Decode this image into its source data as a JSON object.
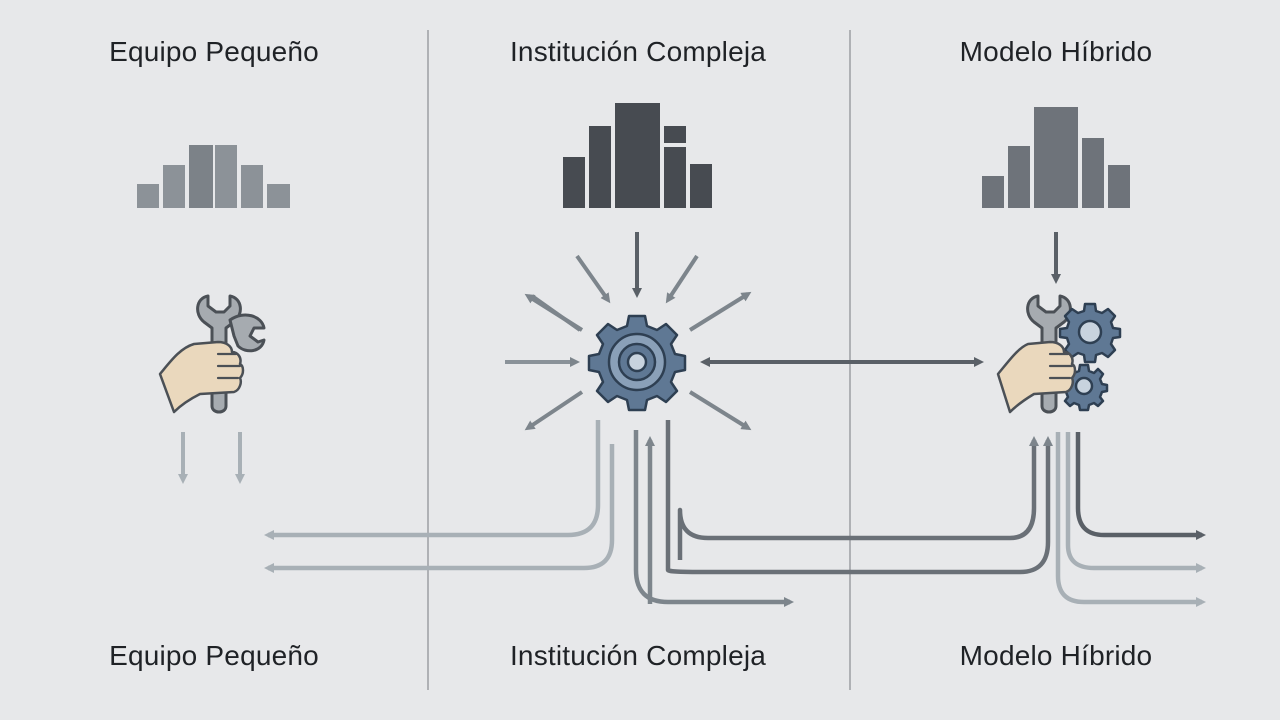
{
  "columns": [
    {
      "title_top": "Equipo Pequeño",
      "title_bottom": "Equipo Pequeño"
    },
    {
      "title_top": "Institución Compleja",
      "title_bottom": "Institución Compleja"
    },
    {
      "title_top": "Modelo Híbrido",
      "title_bottom": "Modelo Híbrido"
    }
  ],
  "colors": {
    "background": "#e7e8ea",
    "divider": "#8a8d92",
    "bars_light": "#8c9298",
    "bars_dark": "#474b51",
    "bars_mid": "#6e737a",
    "gear": "#5f7894",
    "arrow_light": "#a8b0b6",
    "arrow_mid": "#7d858c",
    "arrow_dark": "#5a6067"
  },
  "icons": {
    "small_team": "hand-wrench-icon",
    "complex": "gear-icon",
    "hybrid": "hand-wrench-gears-icon"
  }
}
